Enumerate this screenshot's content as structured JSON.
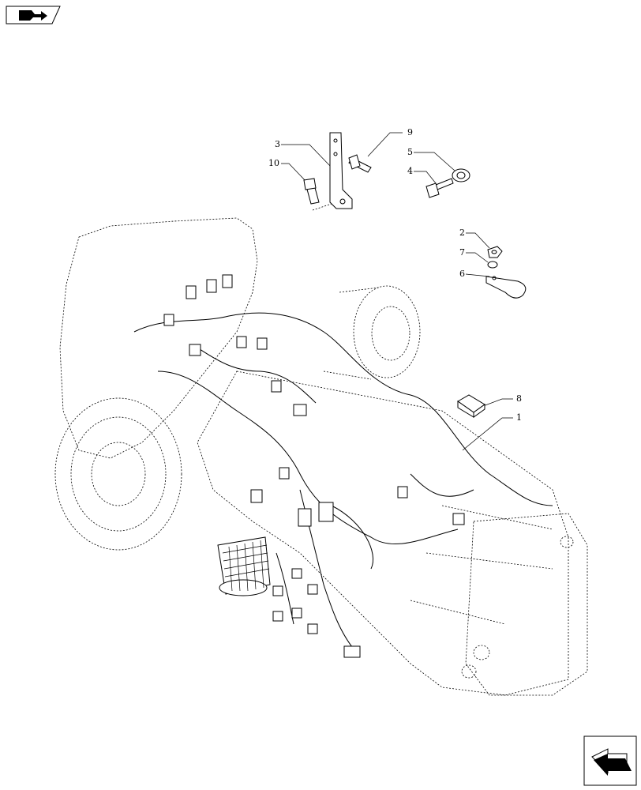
{
  "diagram": {
    "callouts": [
      {
        "id": "c3",
        "label": "3"
      },
      {
        "id": "c9",
        "label": "9"
      },
      {
        "id": "c10",
        "label": "10"
      },
      {
        "id": "c5",
        "label": "5"
      },
      {
        "id": "c4",
        "label": "4"
      },
      {
        "id": "c2",
        "label": "2"
      },
      {
        "id": "c7",
        "label": "7"
      },
      {
        "id": "c6",
        "label": "6"
      },
      {
        "id": "c8",
        "label": "8"
      },
      {
        "id": "c1",
        "label": "1"
      }
    ]
  },
  "nav": {
    "top_icon": "book-arrow-icon",
    "bottom_icon": "next-page-arrow-icon"
  }
}
